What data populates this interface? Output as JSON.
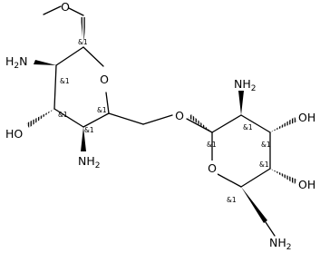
{
  "molecule": {
    "stereo_label": "&1",
    "atoms": {
      "ring1_oxygen": "O",
      "ring2_oxygen": "O",
      "glycosidic_oxygen": "O",
      "methoxy_oxygen": "O",
      "amine_nh2": {
        "main": "NH",
        "sub": "2"
      },
      "amine_h2n": {
        "pre": "H",
        "sub": "2",
        "post": "N"
      },
      "hydroxyl_ho": "HO",
      "hydroxyl_oh": "OH"
    }
  }
}
